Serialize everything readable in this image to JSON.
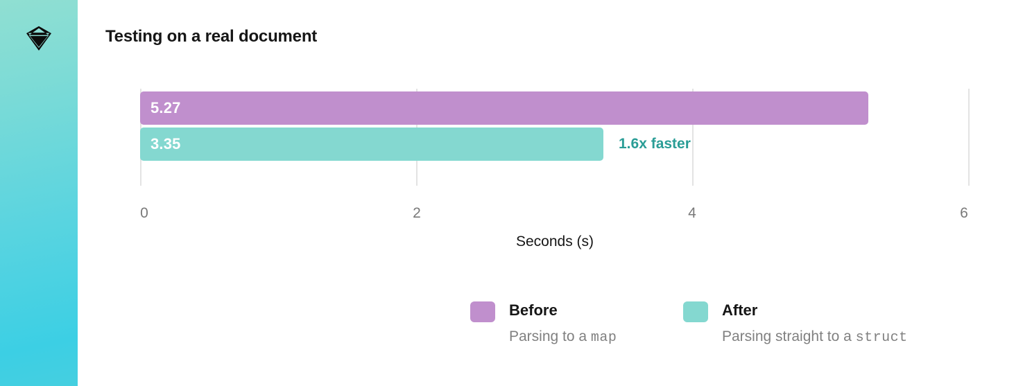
{
  "sidebar": {
    "logo_icon": "diamond-gem-icon",
    "gradient_from": "#90dfd2",
    "gradient_to": "#3ccfe4"
  },
  "chart_data": {
    "type": "bar",
    "orientation": "horizontal",
    "title": "Testing on a real document",
    "xlabel": "Seconds (s)",
    "ylabel": "",
    "xlim": [
      0,
      6
    ],
    "xticks": [
      "0",
      "2",
      "4",
      "6"
    ],
    "xtick_values": [
      0,
      2,
      4,
      6
    ],
    "grid": true,
    "grid_axis": "x",
    "categories": [
      "Before",
      "After"
    ],
    "values": [
      5.27,
      3.35
    ],
    "value_labels": [
      "5.27",
      "3.35"
    ],
    "colors": [
      "#c08fcd",
      "#84d8d0"
    ],
    "series": [
      {
        "name": "Before",
        "value": 5.27,
        "label": "5.27",
        "color": "#c08fcd"
      },
      {
        "name": "After",
        "value": 3.35,
        "label": "3.35",
        "color": "#84d8d0"
      }
    ],
    "annotations": [
      {
        "text": "1.6x faster",
        "attached_to": "After",
        "color": "#2a9d96"
      }
    ],
    "legend_position": "bottom-center"
  },
  "legend": {
    "items": [
      {
        "label": "Before",
        "sub_prefix": "Parsing to a ",
        "sub_code": "map",
        "sub_suffix": "",
        "color": "#c08fcd"
      },
      {
        "label": "After",
        "sub_prefix": "Parsing straight to a ",
        "sub_code": "struct",
        "sub_suffix": "",
        "color": "#84d8d0"
      }
    ]
  }
}
